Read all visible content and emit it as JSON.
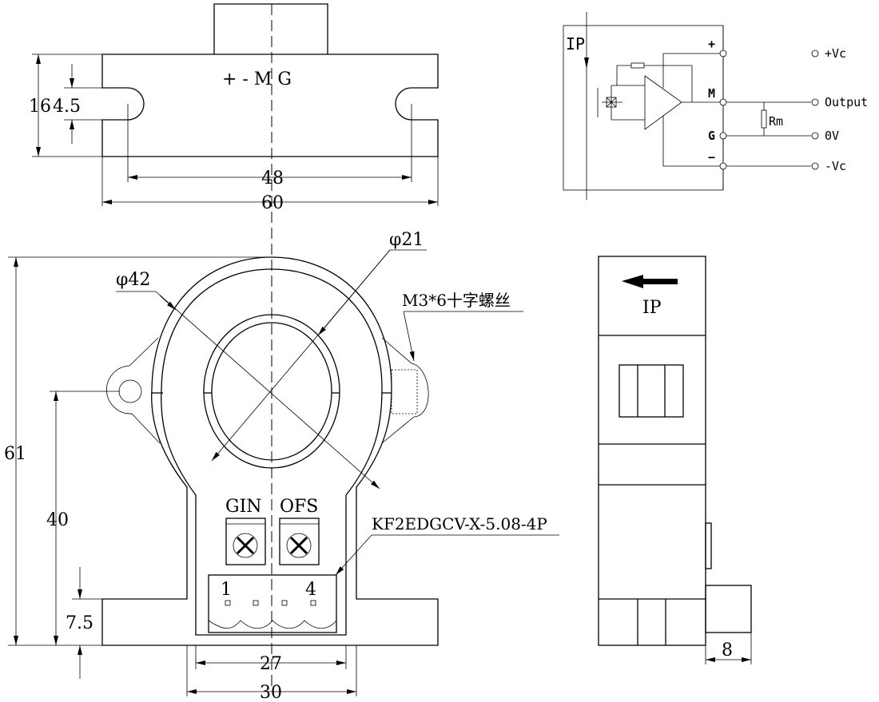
{
  "top_view": {
    "pins_label": "+ -  M  G",
    "dim_height": "16",
    "dim_slot": "4.5",
    "dim_hole_spacing": "48",
    "dim_width": "60"
  },
  "front_view": {
    "dim_outer_dia": "φ42",
    "dim_inner_dia": "φ21",
    "screw_label": "M3*6十字螺丝",
    "gain_label": "GIN",
    "offset_label": "OFS",
    "connector_label": "KF2EDGCV-X-5.08-4P",
    "pin_first": "1",
    "pin_last": "4",
    "dim_total_height": "61",
    "dim_hole_height": "40",
    "dim_flange": "7.5",
    "dim_inner_width": "27",
    "dim_outer_width": "30"
  },
  "side_view": {
    "current_label": "IP",
    "dim_connector": "8"
  },
  "circuit": {
    "current_label": "IP",
    "plus": "+",
    "m": "M",
    "g": "G",
    "minus": "−",
    "resistor": "Rm",
    "outputs": [
      "+Vc",
      "Output",
      "0V",
      "-Vc"
    ]
  }
}
